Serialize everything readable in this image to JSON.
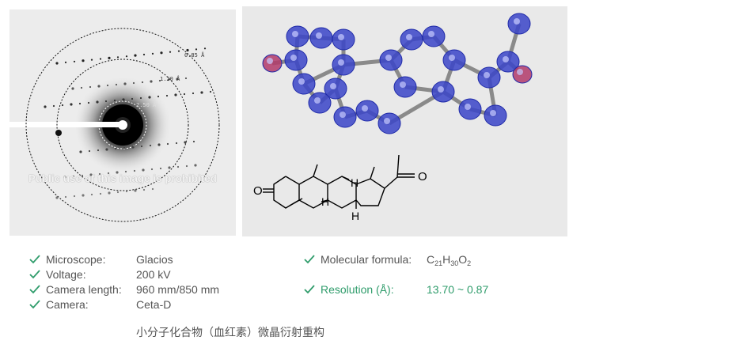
{
  "diffraction": {
    "ring_labels": [
      "0.85 Å",
      "1.20 Å",
      "2.50 Å"
    ],
    "watermark": "Public use of this image is prohibited"
  },
  "structure": {
    "atom_labels": [
      "O",
      "O",
      "H",
      "H",
      "H"
    ]
  },
  "specs": {
    "microscope": {
      "label": "Microscope:",
      "value": "Glacios"
    },
    "voltage": {
      "label": "Voltage:",
      "value": "200 kV"
    },
    "camera_length": {
      "label": "Camera length:",
      "value": "960 mm/850 mm"
    },
    "camera": {
      "label": "Camera:",
      "value": "Ceta-D"
    },
    "molecular_formula": {
      "label": "Molecular formula:",
      "value_parts": [
        "C",
        "21",
        "H",
        "30",
        "O",
        "2"
      ]
    },
    "resolution": {
      "label": "Resolution (Å):",
      "value": "13.70 ~ 0.87"
    }
  },
  "caption": "小分子化合物（血红素）微晶衍射重构",
  "colors": {
    "accent_green": "#2f9c6b",
    "text_gray": "#555555"
  },
  "icons": {
    "bullet": "check-icon"
  }
}
